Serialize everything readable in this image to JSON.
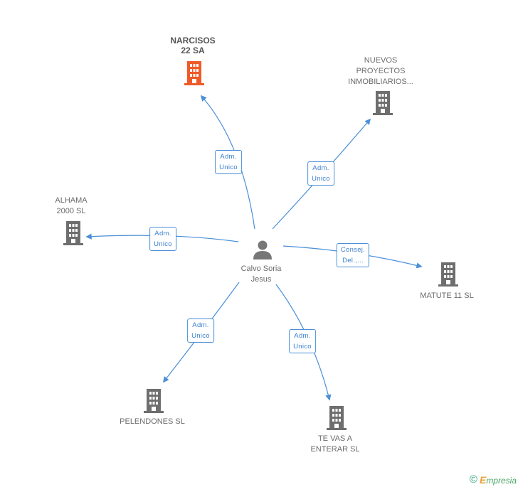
{
  "center": {
    "name": "Calvo Soria\nJesus"
  },
  "companies": [
    {
      "id": "narcisos",
      "name": "NARCISOS\n22 SA",
      "highlight": true
    },
    {
      "id": "nuevos",
      "name": "NUEVOS\nPROYECTOS\nINMOBILIARIOS...",
      "highlight": false
    },
    {
      "id": "alhama",
      "name": "ALHAMA\n2000 SL",
      "highlight": false
    },
    {
      "id": "matute",
      "name": "MATUTE 11 SL",
      "highlight": false
    },
    {
      "id": "pelendones",
      "name": "PELENDONES SL",
      "highlight": false
    },
    {
      "id": "tevas",
      "name": "TE VAS A\nENTERAR SL",
      "highlight": false
    }
  ],
  "roles": {
    "narcisos": "Adm.\nUnico",
    "nuevos": "Adm.\nUnico",
    "alhama": "Adm.\nUnico",
    "matute": "Consej.\nDel.,...",
    "pelendones": "Adm.\nUnico",
    "tevas": "Adm.\nUnico"
  },
  "colors": {
    "edge": "#4a8fd8",
    "building": "#6e6e6e",
    "highlight": "#f05a28",
    "person": "#777777"
  },
  "brand": {
    "copyright": "©",
    "name_initial": "E",
    "name_rest": "mpresia"
  }
}
